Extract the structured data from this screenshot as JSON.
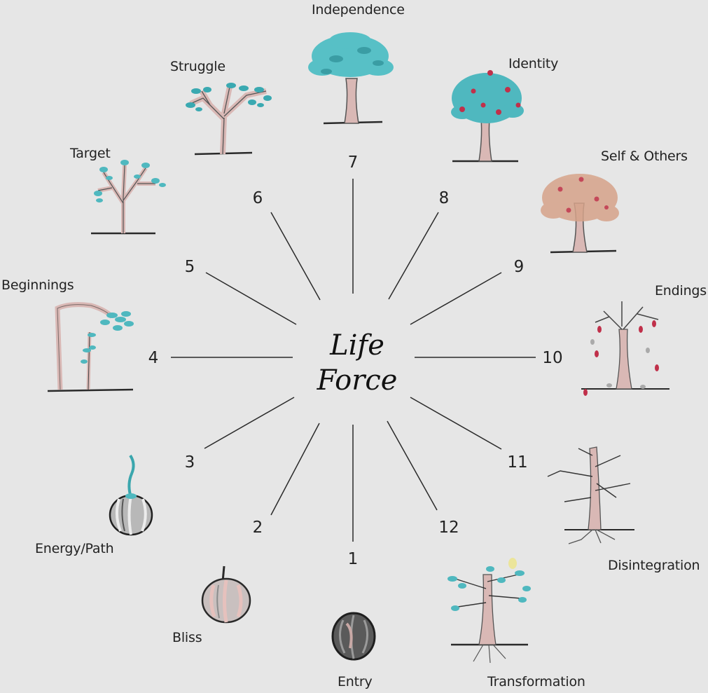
{
  "center": {
    "line1": "Life",
    "line2": "Force"
  },
  "spokes": [
    {
      "number": "1",
      "label": "Entry"
    },
    {
      "number": "2",
      "label": "Bliss"
    },
    {
      "number": "3",
      "label": "Energy/Path"
    },
    {
      "number": "4",
      "label": "Beginnings"
    },
    {
      "number": "5",
      "label": "Target"
    },
    {
      "number": "6",
      "label": "Struggle"
    },
    {
      "number": "7",
      "label": "Independence"
    },
    {
      "number": "8",
      "label": "Identity"
    },
    {
      "number": "9",
      "label": "Self & Others"
    },
    {
      "number": "10",
      "label": "Endings"
    },
    {
      "number": "11",
      "label": "Disintegration"
    },
    {
      "number": "12",
      "label": "Transformation"
    }
  ],
  "colors": {
    "background": "#e6e6e6",
    "trunk": "#d9b8b5",
    "leaf_teal": "#4fb8bf",
    "berry_red": "#c0304a",
    "autumn_leaf": "#d6a38a",
    "seed_dark": "#2e2e2e"
  },
  "icons": [
    "entry-seed-icon",
    "bliss-seed-icon",
    "energy-sprout-icon",
    "beginnings-sapling-icon",
    "target-tree-icon",
    "struggle-tree-icon",
    "independence-tree-icon",
    "identity-tree-icon",
    "self-others-tree-icon",
    "endings-tree-icon",
    "disintegration-tree-icon",
    "transformation-tree-icon"
  ]
}
